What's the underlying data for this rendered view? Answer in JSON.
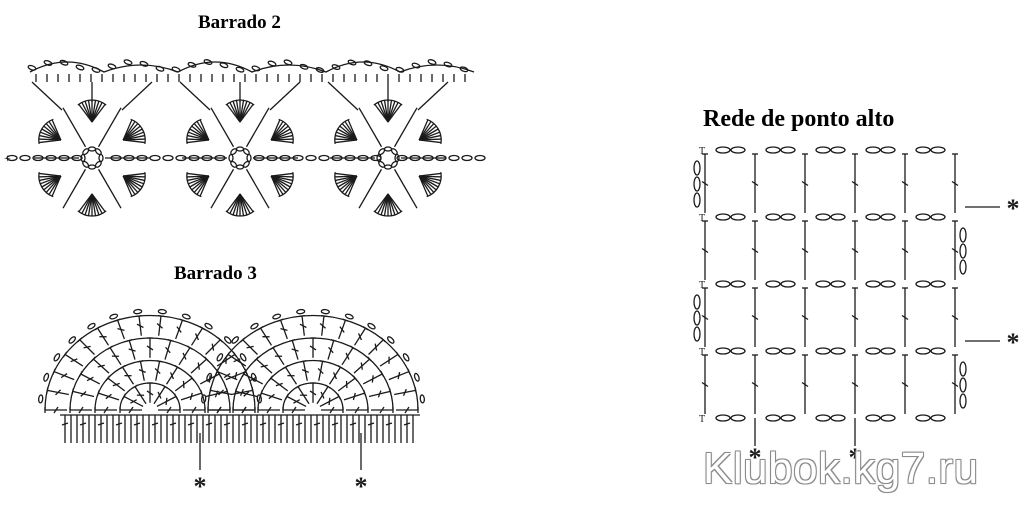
{
  "barrado2": {
    "title": "Barrado 2",
    "motif_count": 3
  },
  "barrado3": {
    "title": "Barrado 3",
    "fan_count": 2,
    "star": "*"
  },
  "rede": {
    "title": "Rede de ponto alto",
    "rows": 4,
    "cols": 5,
    "star": "*"
  },
  "watermark": "Klubok.kg7.ru",
  "colors": {
    "ink": "#1a1a1a",
    "background": "#ffffff",
    "watermark_outline": "#8a8a8a"
  }
}
